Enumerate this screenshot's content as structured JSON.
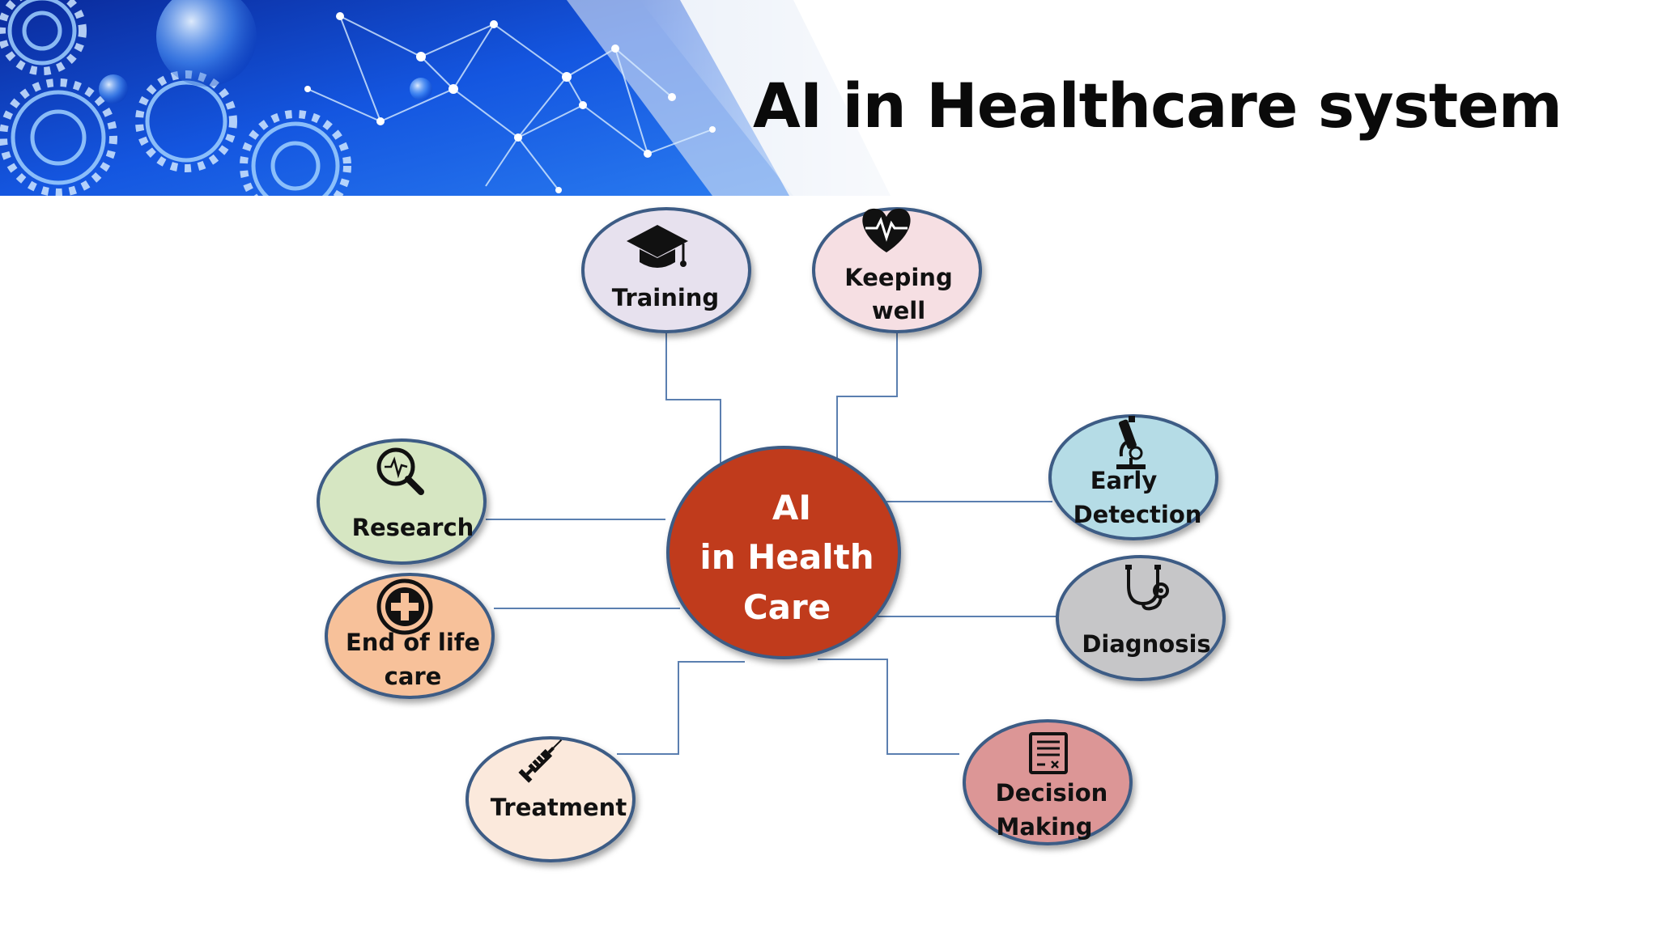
{
  "title": "AI in Healthcare system",
  "hub": {
    "lines": [
      "AI",
      "in Health",
      "Care"
    ],
    "color": "#c03a1f"
  },
  "nodes": [
    {
      "id": "training",
      "lines": [
        "Training"
      ],
      "icon": "graduation-cap-icon",
      "fill": "#e7e1ee"
    },
    {
      "id": "keeping-well",
      "lines": [
        "Keeping",
        "well"
      ],
      "icon": "heartbeat-icon",
      "fill": "#f6dfe3"
    },
    {
      "id": "research",
      "lines": [
        "Research"
      ],
      "icon": "magnifier-pulse-icon",
      "fill": "#d6e6c2"
    },
    {
      "id": "end-of-life-care",
      "lines": [
        "End of life",
        "care"
      ],
      "icon": "plus-circle-icon",
      "fill": "#f7c19a"
    },
    {
      "id": "early-detection",
      "lines": [
        "Early",
        "Detection"
      ],
      "icon": "microscope-icon",
      "fill": "#b5dce6"
    },
    {
      "id": "diagnosis",
      "lines": [
        "Diagnosis"
      ],
      "icon": "stethoscope-icon",
      "fill": "#c6c6c8"
    },
    {
      "id": "treatment",
      "lines": [
        "Treatment"
      ],
      "icon": "syringe-icon",
      "fill": "#fbe9dc"
    },
    {
      "id": "decision-making",
      "lines": [
        "Decision",
        "Making"
      ],
      "icon": "document-checklist-icon",
      "fill": "#dc9696"
    }
  ],
  "colors": {
    "node_border": "#3d5b85",
    "connector": "#5b7fb0",
    "banner_blue": "#0d3fc4"
  }
}
